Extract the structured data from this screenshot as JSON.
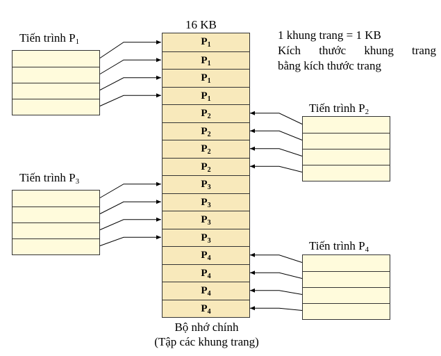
{
  "memory": {
    "size_label": "16 KB",
    "caption_line1": "Bộ nhớ chính",
    "caption_line2": "(Tập các khung trang)",
    "frames": [
      {
        "name": "P",
        "sub": "1"
      },
      {
        "name": "P",
        "sub": "1"
      },
      {
        "name": "P",
        "sub": "1"
      },
      {
        "name": "P",
        "sub": "1"
      },
      {
        "name": "P",
        "sub": "2"
      },
      {
        "name": "P",
        "sub": "2"
      },
      {
        "name": "P",
        "sub": "2"
      },
      {
        "name": "P",
        "sub": "2"
      },
      {
        "name": "P",
        "sub": "3"
      },
      {
        "name": "P",
        "sub": "3"
      },
      {
        "name": "P",
        "sub": "3"
      },
      {
        "name": "P",
        "sub": "3"
      },
      {
        "name": "P",
        "sub": "4"
      },
      {
        "name": "P",
        "sub": "4"
      },
      {
        "name": "P",
        "sub": "4"
      },
      {
        "name": "P",
        "sub": "4"
      }
    ]
  },
  "note": {
    "line1": "1 khung trang = 1 KB",
    "line2_words": [
      "Kích",
      "thước",
      "khung",
      "trang"
    ],
    "line3": "bằng kích thước trang"
  },
  "processes": {
    "p1": {
      "label": "Tiến trình P",
      "sub": "1"
    },
    "p2": {
      "label": "Tiến trình P",
      "sub": "2"
    },
    "p3": {
      "label": "Tiến trình P",
      "sub": "3"
    },
    "p4": {
      "label": "Tiến trình P",
      "sub": "4"
    }
  }
}
